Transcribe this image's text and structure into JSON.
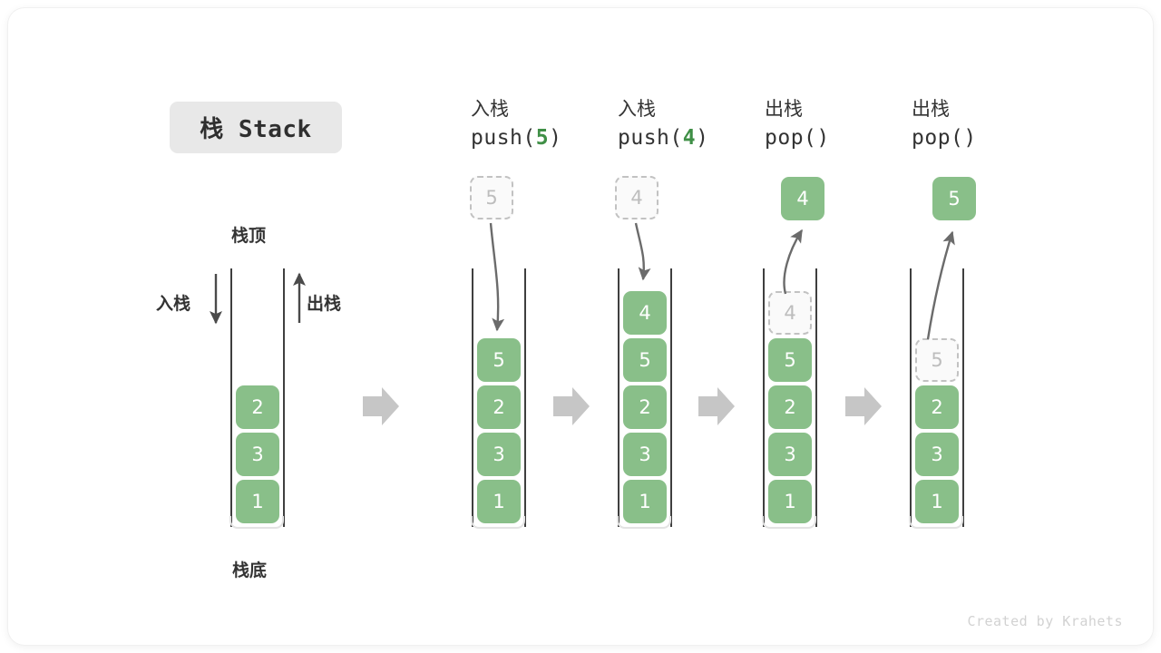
{
  "figure": {
    "title_badge": "栈 Stack",
    "footer": "Created by Krahets",
    "colors": {
      "element_fill": "#89bf89",
      "element_text": "#ffffff",
      "ghost_fill": "#fafafa",
      "ghost_border": "#c2c2c2",
      "ghost_text": "#bdbdbd",
      "wall": "#3f3f3f",
      "arrow_gray": "#6b6b6b",
      "step_arrow": "#c6c6c6",
      "accent_green": "#3f8f46",
      "badge_bg": "#e8e8e8",
      "text": "#333333"
    }
  },
  "legend": {
    "top_label": "栈顶",
    "bottom_label": "栈底",
    "push_label": "入栈",
    "pop_label": "出栈",
    "push_arrow_icon": "arrow-down-icon",
    "pop_arrow_icon": "arrow-up-icon"
  },
  "steps": [
    {
      "id": "initial",
      "header_cn": "",
      "header_code_prefix": "",
      "header_code_num": "",
      "header_code_suffix": "",
      "stack": [
        "1",
        "3",
        "2"
      ],
      "floating": null,
      "ghost_in_stack": null
    },
    {
      "id": "push-5",
      "header_cn": "入栈",
      "header_code_prefix": "push(",
      "header_code_num": "5",
      "header_code_suffix": ")",
      "stack": [
        "1",
        "3",
        "2",
        "5"
      ],
      "floating": {
        "value": "5",
        "style": "ghost"
      },
      "ghost_in_stack": null
    },
    {
      "id": "push-4",
      "header_cn": "入栈",
      "header_code_prefix": "push(",
      "header_code_num": "4",
      "header_code_suffix": ")",
      "stack": [
        "1",
        "3",
        "2",
        "5",
        "4"
      ],
      "floating": {
        "value": "4",
        "style": "ghost"
      },
      "ghost_in_stack": null
    },
    {
      "id": "pop-4",
      "header_cn": "出栈",
      "header_code_prefix": "pop(",
      "header_code_num": "",
      "header_code_suffix": ")",
      "stack": [
        "1",
        "3",
        "2",
        "5"
      ],
      "floating": {
        "value": "4",
        "style": "filled"
      },
      "ghost_in_stack": {
        "value": "4"
      }
    },
    {
      "id": "pop-5",
      "header_cn": "出栈",
      "header_code_prefix": "pop(",
      "header_code_num": "",
      "header_code_suffix": ")",
      "stack": [
        "1",
        "3",
        "2"
      ],
      "floating": {
        "value": "5",
        "style": "filled"
      },
      "ghost_in_stack": {
        "value": "5"
      }
    }
  ],
  "step_arrows": [
    {
      "name": "step-arrow-1"
    },
    {
      "name": "step-arrow-2"
    },
    {
      "name": "step-arrow-3"
    },
    {
      "name": "step-arrow-4"
    }
  ]
}
